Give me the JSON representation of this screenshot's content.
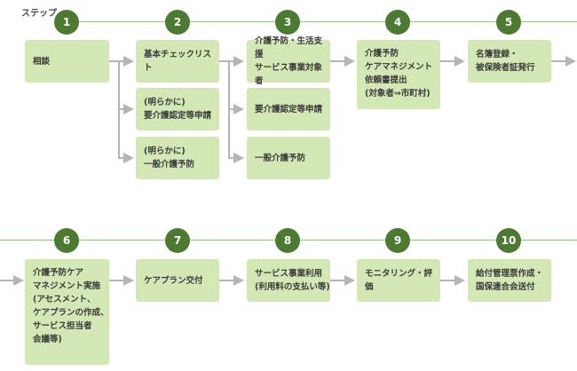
{
  "header": {
    "step_label": "ステップ"
  },
  "colors": {
    "circle": "#4c7a30",
    "box": "#d3e8b5",
    "timeline": "#9cc38a",
    "connector": "#b5b5b5"
  },
  "row1": {
    "steps": [
      "1",
      "2",
      "3",
      "4",
      "5"
    ],
    "step1": {
      "consult": "相談"
    },
    "step2": {
      "checklist": "基本チェックリスト",
      "care_cert": "(明らかに)\n要介護認定等申請",
      "general_prev": "(明らかに)\n一般介護予防"
    },
    "step3": {
      "target": "介護予防・生活支援\nサービス事業対象者",
      "care_cert": "要介護認定等申請",
      "general_prev": "一般介護予防"
    },
    "step4": {
      "request": "介護予防\nケアマネジメント\n依頼書提出\n(対象者⇒市町村)"
    },
    "step5": {
      "register": "名簿登録・\n被保険者証発行"
    }
  },
  "row2": {
    "steps": [
      "6",
      "7",
      "8",
      "9",
      "10"
    ],
    "step6": {
      "care_mgmt": "介護予防ケア\nマネジメント実施\n(アセスメント、\nケアプランの作成、\nサービス担当者\n会議等)"
    },
    "step7": {
      "plan": "ケアプラン交付"
    },
    "step8": {
      "use": "サービス事業利用\n(利用料の支払い等)"
    },
    "step9": {
      "monitor": "モニタリング・評価"
    },
    "step10": {
      "billing": "給付管理票作成・\n国保連合会送付"
    }
  }
}
